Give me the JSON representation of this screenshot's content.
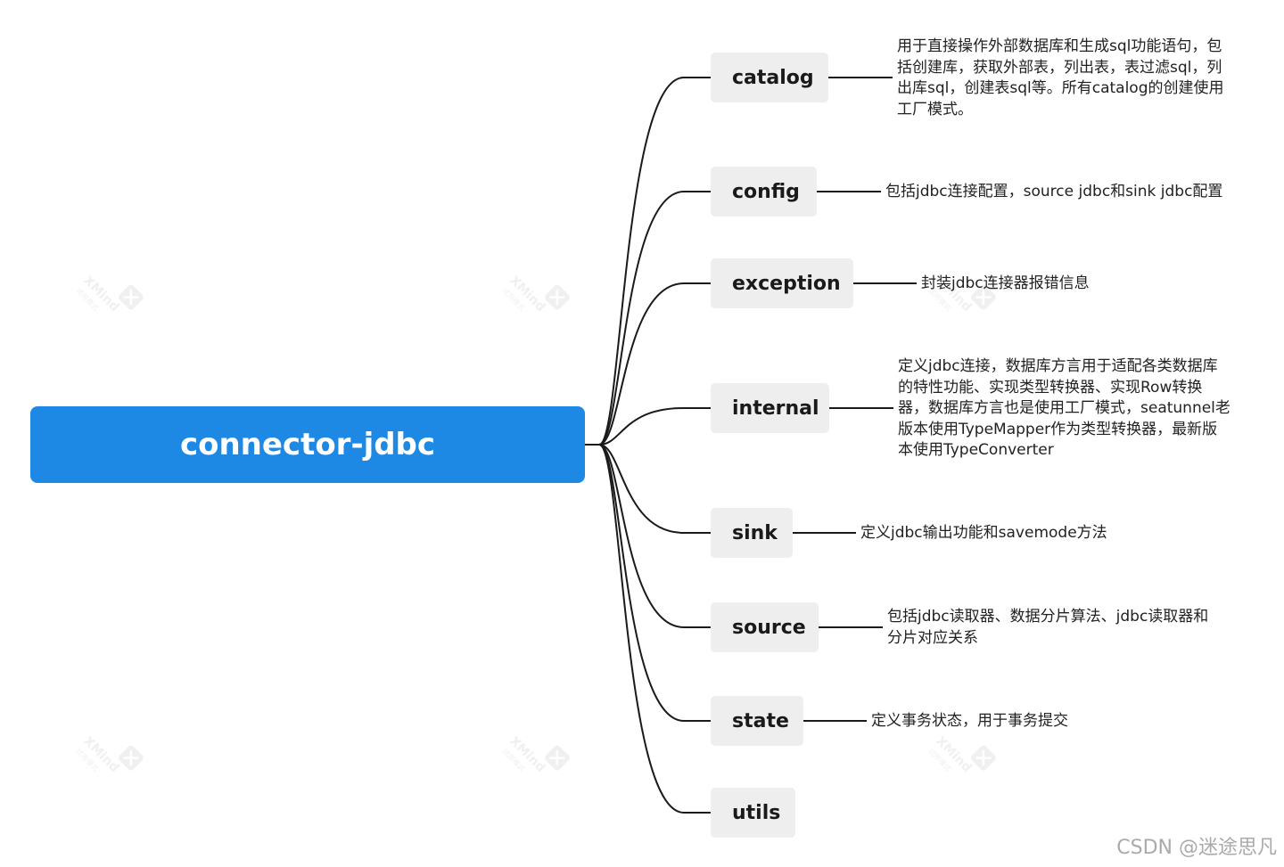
{
  "root": {
    "label": "connector-jdbc"
  },
  "branches": [
    {
      "label": "catalog",
      "note": "用于直接操作外部数据库和生成sql功能语句，包\n括创建库，获取外部表，列出表，表过滤sql，列\n出库sql，创建表sql等。所有catalog的创建使用\n工厂模式。"
    },
    {
      "label": "config",
      "note": "包括jdbc连接配置，source jdbc和sink jdbc配置"
    },
    {
      "label": "exception",
      "note": "封装jdbc连接器报错信息"
    },
    {
      "label": "internal",
      "note": "定义jdbc连接，数据库方言用于适配各类数据库\n的特性功能、实现类型转换器、实现Row转换\n器，数据库方言也是使用工厂模式，seatunnel老\n版本使用TypeMapper作为类型转换器，最新版\n本使用TypeConverter"
    },
    {
      "label": "sink",
      "note": "定义jdbc输出功能和savemode方法"
    },
    {
      "label": "source",
      "note": "包括jdbc读取器、数据分片算法、jdbc读取器和\n分片对应关系"
    },
    {
      "label": "state",
      "note": "定义事务状态，用于事务提交"
    },
    {
      "label": "utils",
      "note": ""
    }
  ],
  "watermark": {
    "brand": "XMind",
    "sub": "试用模式"
  },
  "credit": "CSDN @迷途思凡",
  "colors": {
    "root": "#1e88e5",
    "branch_bg": "#eeeeee",
    "line": "#1a1a1a"
  }
}
